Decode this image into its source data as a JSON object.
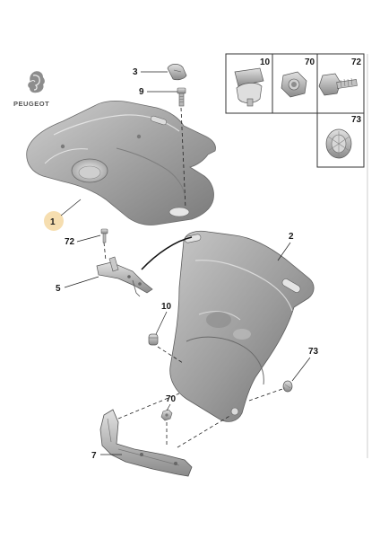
{
  "brand": {
    "name": "PEUGEOT",
    "logo_icon": "peugeot-lion-icon"
  },
  "callouts": {
    "p1": "1",
    "p2": "2",
    "p3": "3",
    "p5": "5",
    "p7": "7",
    "p9": "9",
    "p10": "10",
    "p70": "70",
    "p72": "72",
    "p73": "73"
  },
  "inset": {
    "c10": "10",
    "c70": "70",
    "c72": "72",
    "c73": "73"
  },
  "colors": {
    "highlight": "#f6deb0",
    "part": "#9a9a9a",
    "frame": "#333333"
  }
}
